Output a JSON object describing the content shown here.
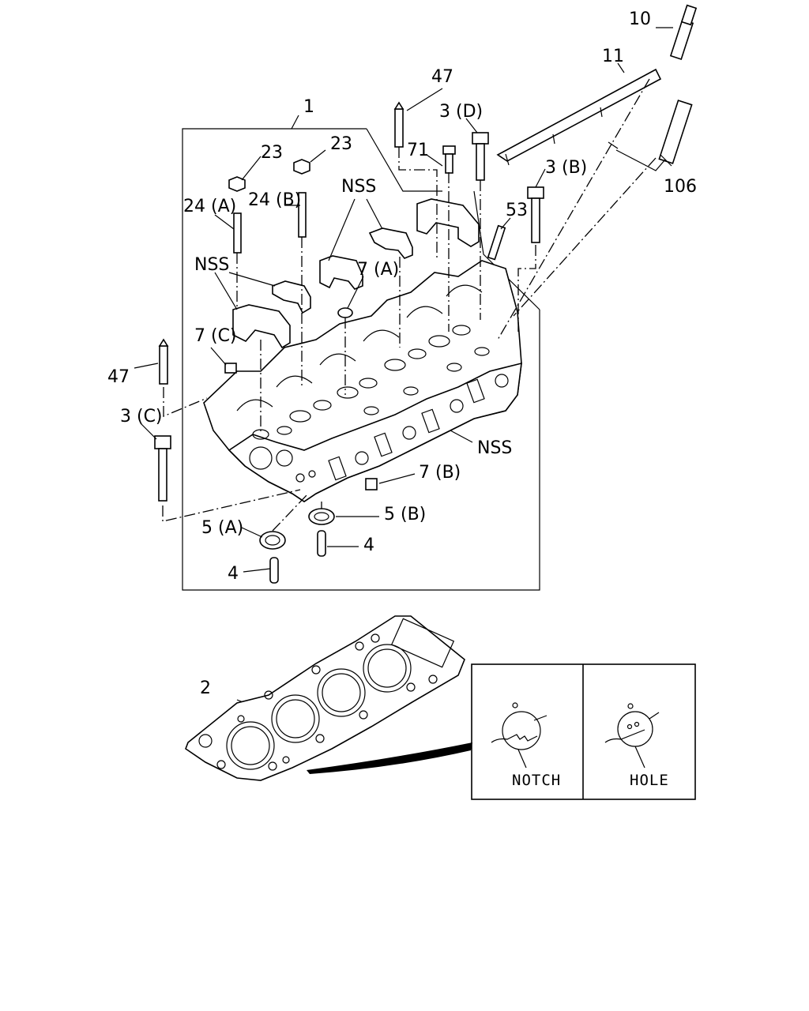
{
  "labels": {
    "l1": "1",
    "l2": "2",
    "l10": "10",
    "l11": "11",
    "l106": "106",
    "l47_top": "47",
    "l47_left": "47",
    "l71": "71",
    "l3d": "3 (D)",
    "l3b": "3 (B)",
    "l3c": "3 (C)",
    "l53": "53",
    "l23_a": "23",
    "l23_b": "23",
    "l24a": "24 (A)",
    "l24b": "24 (B)",
    "nss_top": "NSS",
    "nss_left": "NSS",
    "nss_right": "NSS",
    "l7a": "7 (A)",
    "l7b": "7 (B)",
    "l7c": "7 (C)",
    "l5a": "5 (A)",
    "l5b": "5 (B)",
    "l4_a": "4",
    "l4_b": "4"
  },
  "detail": {
    "notch": "NOTCH",
    "hole": "HOLE"
  }
}
